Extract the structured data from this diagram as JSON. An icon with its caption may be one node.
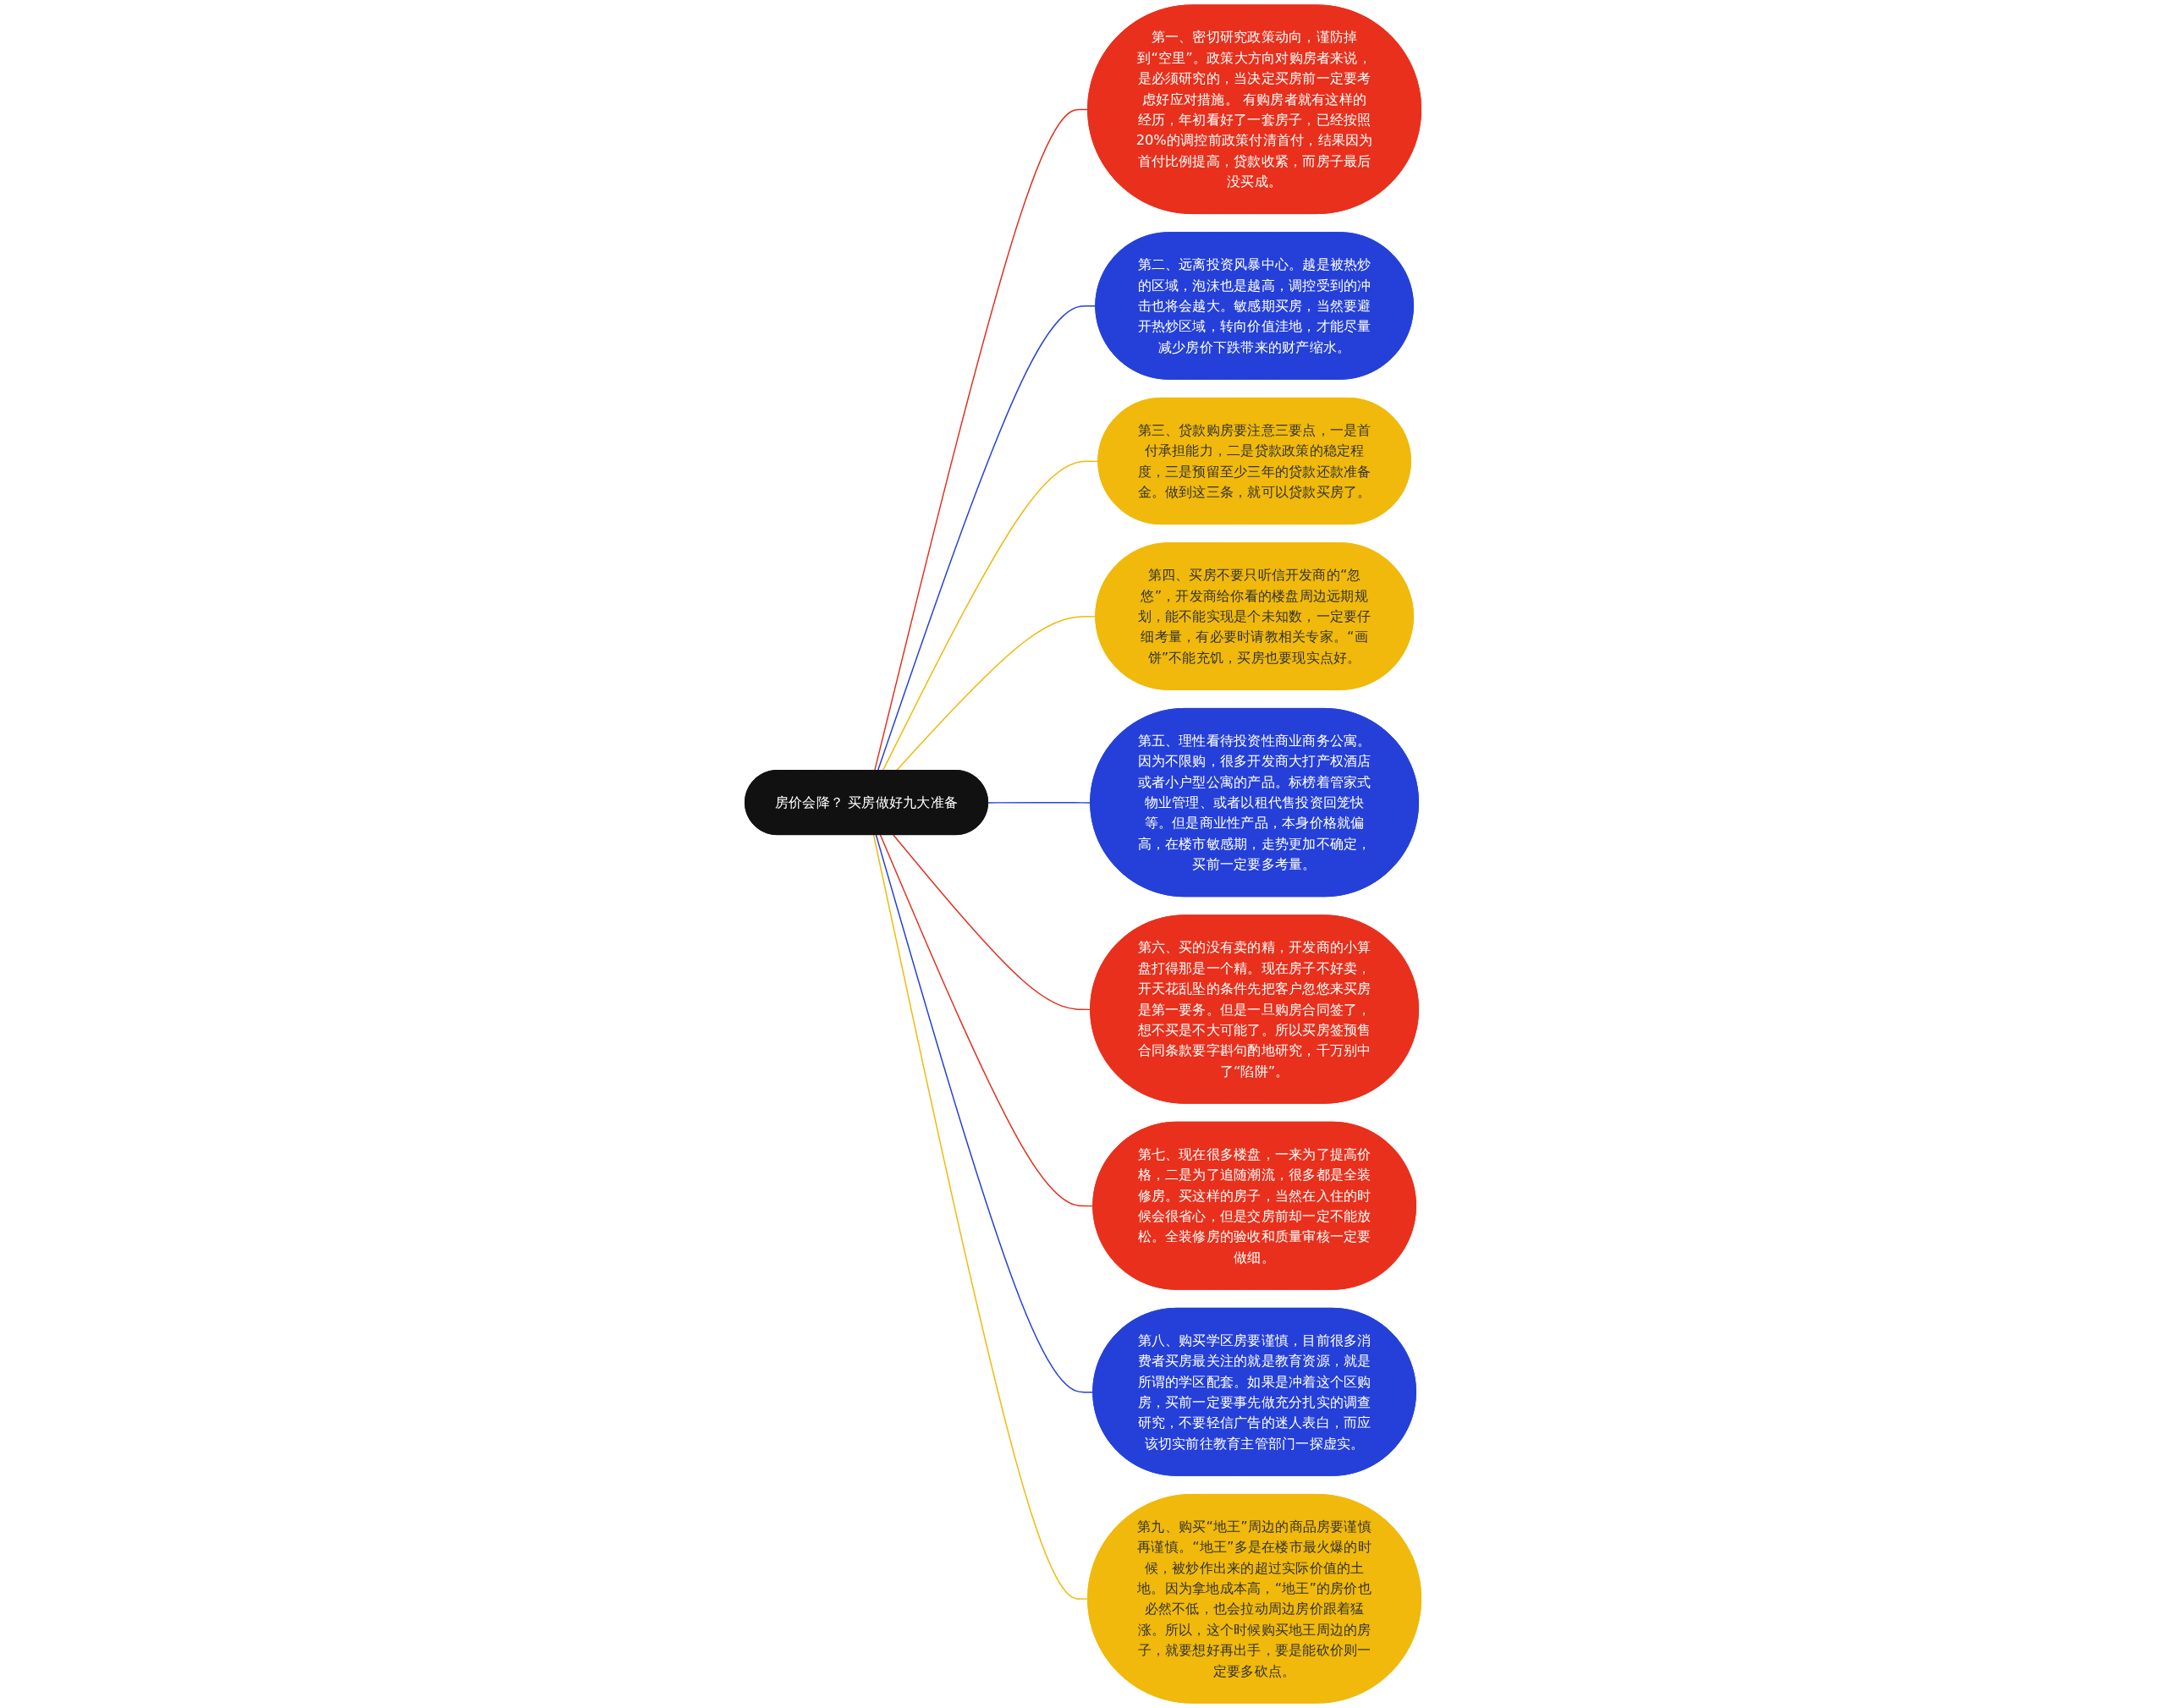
{
  "diagram": {
    "nodes": [
      {
        "text": [
          "房价会降？ 买房做好九大准备"
        ]
      },
      {
        "text": [
          "第一、密切研究政策动向，谨防掉到“空里”。政策大方向对购房者来说，是必须研究的，当决定买房前一定要考虑好应对措施。 有购房者就有这样的经历，年初看好了一套房子，已经按照20%的调控前政策付清首付，结果因为首付比例提高，贷款收紧，而房子最后没买成。"
        ]
      },
      {
        "text": [
          "第二、远离投资风暴中心。越是被热炒的区域，泡沫也是越高，调控受到的冲击也将会越大。敏感期买房，当然要避开热炒区域，转向价值洼地，才能尽量减少房价下跌带来的财产缩水。"
        ]
      },
      {
        "text": [
          "第三、贷款购房要注意三要点，一是首付承担能力，二是贷款政策的稳定程度，三是预留至少三年的贷款还款准备金。做到这三条，就可以贷款买房了。"
        ]
      },
      {
        "text": [
          "第四、买房不要只听信开发商的“忽悠”，开发商给你看的楼盘周边远期规划，能不能实现是个未知数，一定要仔细考量，有必要时请教相关专家。“画饼”不能充饥，买房也要现实点好。"
        ]
      },
      {
        "text": [
          "第五、理性看待投资性商业商务公寓。因为不限购，很多开发商大打产权酒店或者小户型公寓的产品。标榜着管家式物业管理、或者以租代售投资回笼快等。但是商业性产品，本身价格就偏高，在楼市敏感期，走势更加不确定，买前一定要多考量。"
        ]
      },
      {
        "text": [
          "第六、买的没有卖的精，开发商的小算盘打得那是一个精。现在房子不好卖，开天花乱坠的条件先把客户忽悠来买房是第一要务。但是一旦购房合同签了，想不买是不大可能了。所以买房签预售合同条款要字斟句酌地研究，千万别中了“陷阱”。"
        ]
      },
      {
        "text": [
          "第七、现在很多楼盘，一来为了提高价格，二是为了追随潮流，很多都是全装修房。买这样的房子，当然在入住的时候会很省心，但是交房前却一定不能放松。全装修房的验收和质量审核一定要做细。"
        ]
      },
      {
        "text": [
          "第八、购买学区房要谨慎，目前很多消费者买房最关注的就是教育资源，就是所谓的学区配套。如果是冲着这个区购房，买前一定要事先做充分扎实的调查研究，不要轻信广告的迷人表白，而应该切实前往教育主管部门一探虚实。"
        ]
      },
      {
        "text": [
          "第九、购买“地王”周边的商品房要谨慎再谨慎。“地王”多是在楼市最火爆的时候，被炒作出来的超过实际价值的土地。因为拿地成本高，“地王”的房价也必然不低，也会拉动周边房价跟着猛涨。所以，这个时候购买地王周边的房子，就要想好再出手，要是能砍价则一定要多砍点。"
        ]
      }
    ],
    "edges": [
      {
        "from": 0,
        "to": 1,
        "arrow": "none",
        "color": "#e0301e"
      },
      {
        "from": 0,
        "to": 2,
        "arrow": "none",
        "color": "#2540d8"
      },
      {
        "from": 0,
        "to": 3,
        "arrow": "none",
        "color": "#f0b90b"
      },
      {
        "from": 0,
        "to": 4,
        "arrow": "none",
        "color": "#f0b90b"
      },
      {
        "from": 0,
        "to": 5,
        "arrow": "none",
        "color": "#2540d8"
      },
      {
        "from": 0,
        "to": 6,
        "arrow": "none",
        "color": "#e0301e"
      },
      {
        "from": 0,
        "to": 7,
        "arrow": "none",
        "color": "#e0301e"
      },
      {
        "from": 0,
        "to": 8,
        "arrow": "none",
        "color": "#2540d8"
      },
      {
        "from": 0,
        "to": 9,
        "arrow": "none",
        "color": "#f0b90b"
      }
    ]
  }
}
